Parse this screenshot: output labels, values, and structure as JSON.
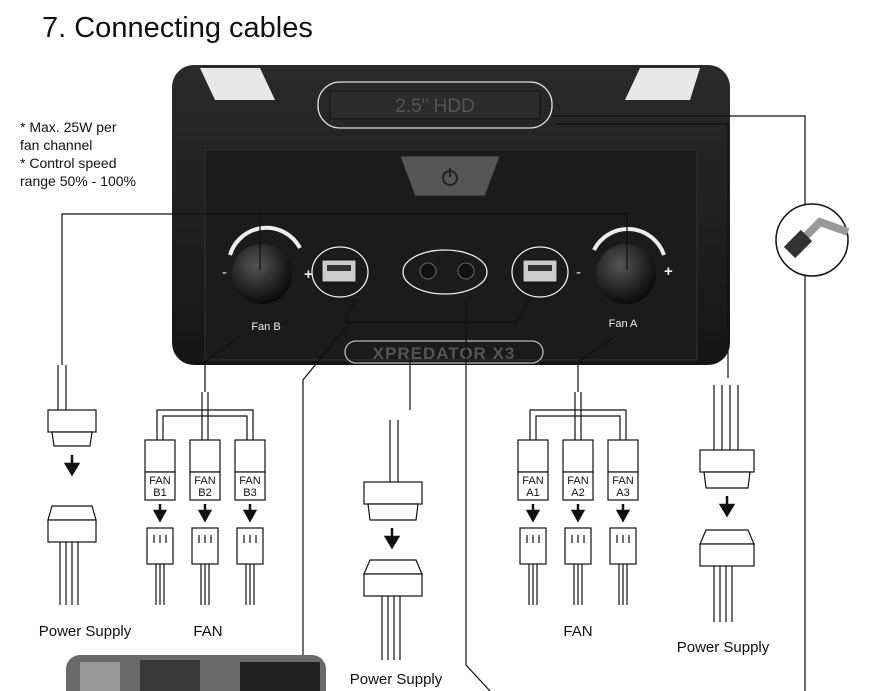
{
  "title": "7. Connecting cables",
  "notes": [
    "* Max. 25W per",
    "fan channel",
    "* Control speed",
    "range 50% - 100%"
  ],
  "panel": {
    "hdd_label": "2.5\" HDD",
    "fan_b_label": "Fan B",
    "fan_a_label": "Fan A",
    "brand": "XPREDATOR X3",
    "minus": "-",
    "plus": "+"
  },
  "left_power": {
    "label": "Power Supply"
  },
  "fan_b_group": {
    "connectors": [
      [
        "FAN",
        "B1"
      ],
      [
        "FAN",
        "B2"
      ],
      [
        "FAN",
        "B3"
      ]
    ],
    "label": "FAN"
  },
  "center_power": {
    "label": "Power Supply"
  },
  "fan_a_group": {
    "connectors": [
      [
        "FAN",
        "A1"
      ],
      [
        "FAN",
        "A2"
      ],
      [
        "FAN",
        "A3"
      ]
    ],
    "label": "FAN"
  },
  "right_power": {
    "label": "Power Supply"
  },
  "colors": {
    "panel": "#1e1e1e",
    "line": "#111111"
  }
}
